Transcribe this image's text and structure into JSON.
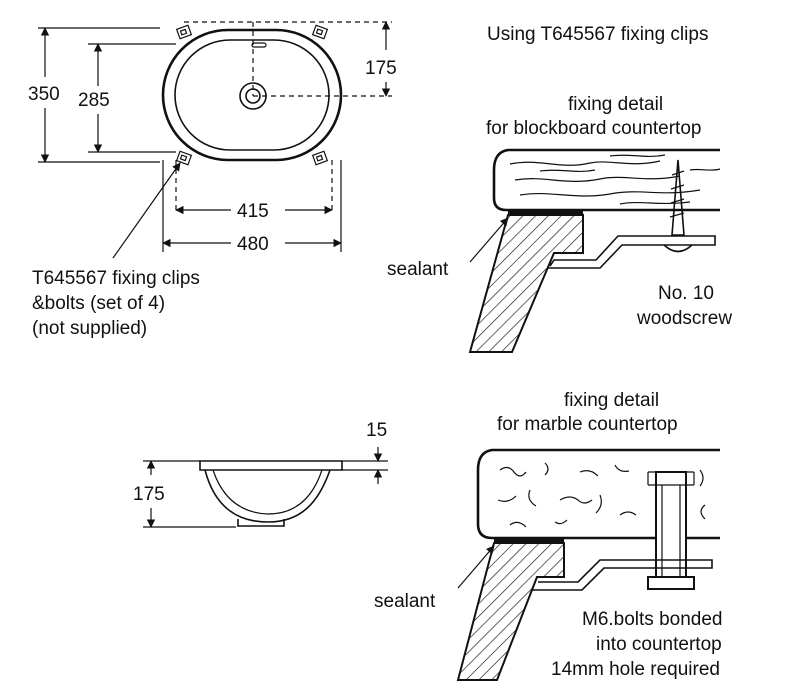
{
  "title": "Using T645567 fixing clips",
  "plan_view": {
    "dim_350": "350",
    "dim_285": "285",
    "dim_175": "175",
    "dim_415": "415",
    "dim_480": "480",
    "clip_note": [
      "T645567 fixing clips",
      "&bolts (set of 4)",
      "(not supplied)"
    ]
  },
  "side_view": {
    "dim_15": "15",
    "dim_175": "175"
  },
  "blockboard_detail": {
    "heading": [
      "fixing detail",
      "for blockboard countertop"
    ],
    "sealant": "sealant",
    "screw_note": [
      "No. 10",
      "woodscrew"
    ]
  },
  "marble_detail": {
    "heading": [
      "fixing detail",
      "for marble countertop"
    ],
    "sealant": "sealant",
    "bolt_note": [
      "M6.bolts bonded",
      "into countertop",
      "14mm hole required"
    ]
  }
}
